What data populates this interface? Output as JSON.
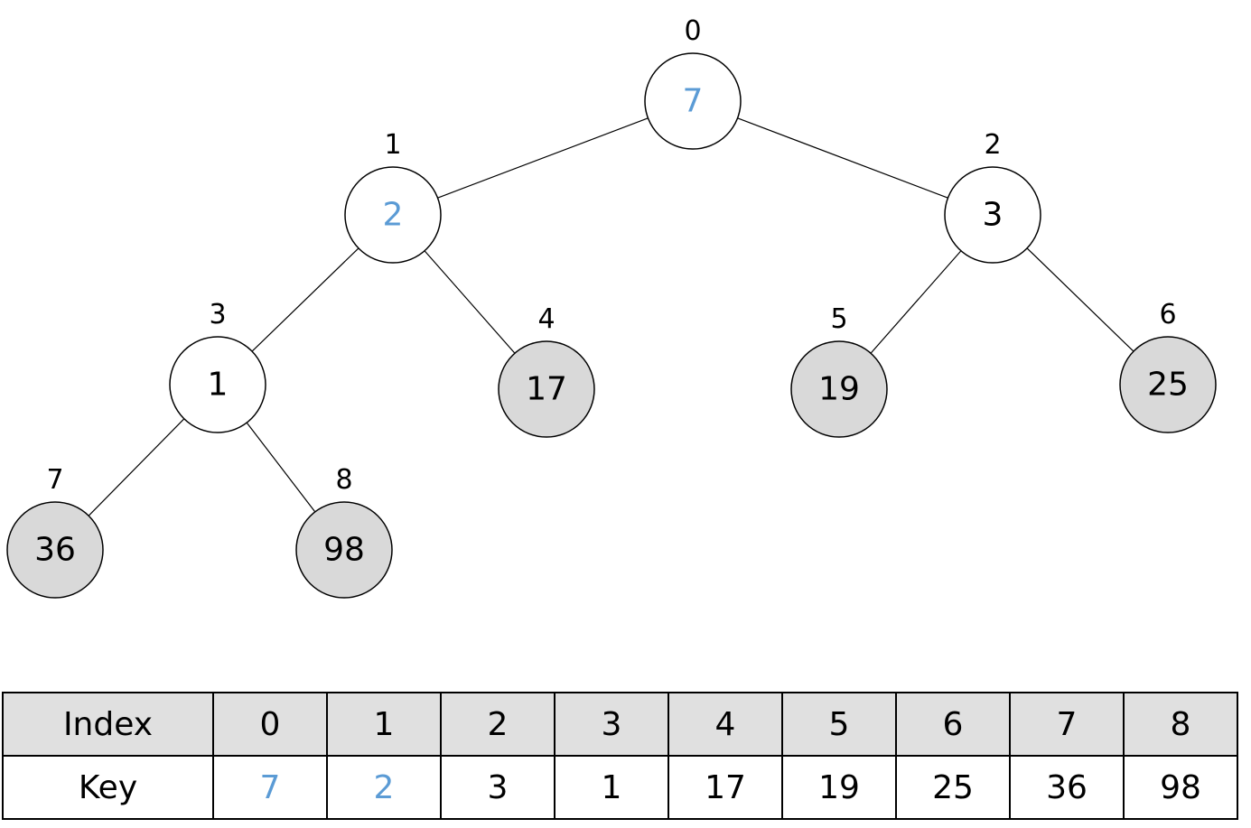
{
  "tree": {
    "nodes": [
      {
        "index": "0",
        "key": "7",
        "highlight": true,
        "sorted": false
      },
      {
        "index": "1",
        "key": "2",
        "highlight": true,
        "sorted": false
      },
      {
        "index": "2",
        "key": "3",
        "highlight": false,
        "sorted": false
      },
      {
        "index": "3",
        "key": "1",
        "highlight": false,
        "sorted": false
      },
      {
        "index": "4",
        "key": "17",
        "highlight": false,
        "sorted": true
      },
      {
        "index": "5",
        "key": "19",
        "highlight": false,
        "sorted": true
      },
      {
        "index": "6",
        "key": "25",
        "highlight": false,
        "sorted": true
      },
      {
        "index": "7",
        "key": "36",
        "highlight": false,
        "sorted": true
      },
      {
        "index": "8",
        "key": "98",
        "highlight": false,
        "sorted": true
      }
    ],
    "edges": [
      [
        0,
        1
      ],
      [
        0,
        2
      ],
      [
        1,
        3
      ],
      [
        1,
        4
      ],
      [
        2,
        5
      ],
      [
        2,
        6
      ],
      [
        3,
        7
      ],
      [
        3,
        8
      ]
    ]
  },
  "table": {
    "index_header": "Index",
    "key_header": "Key",
    "indices": [
      "0",
      "1",
      "2",
      "3",
      "4",
      "5",
      "6",
      "7",
      "8"
    ],
    "keys": [
      "7",
      "2",
      "3",
      "1",
      "17",
      "19",
      "25",
      "36",
      "98"
    ],
    "highlighted_keys": [
      0,
      1
    ]
  },
  "colors": {
    "highlight_text": "#5b9bd5",
    "sorted_fill": "#d9d9d9",
    "node_fill": "#ffffff",
    "header_fill": "#e0e0e0"
  }
}
